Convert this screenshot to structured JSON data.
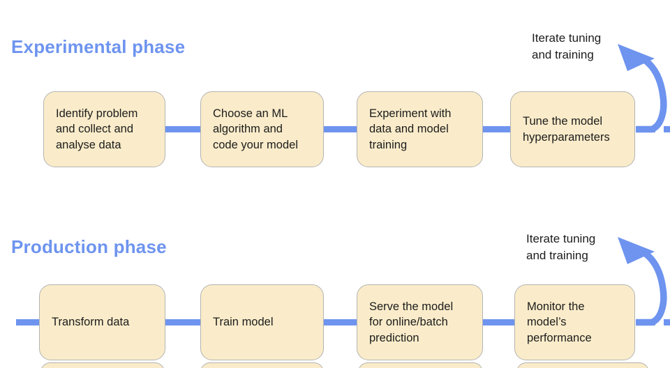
{
  "colors": {
    "accent_blue": "#6E94EF",
    "box_fill": "#FAECCA",
    "box_border": "#B3B3B3",
    "text_dark": "#1C1C1C"
  },
  "phases": [
    {
      "title": "Experimental phase",
      "iterate_label": {
        "lines": [
          "Iterate tuning",
          "and training"
        ]
      },
      "boxes": [
        {
          "lines": [
            "Identify problem",
            "and collect and",
            "analyse data"
          ]
        },
        {
          "lines": [
            "Choose an ML",
            "algorithm and",
            "code your model"
          ]
        },
        {
          "lines": [
            "Experiment with",
            "data and model",
            "training"
          ]
        },
        {
          "lines": [
            "Tune the model",
            "hyperparameters"
          ]
        }
      ]
    },
    {
      "title": "Production phase",
      "iterate_label": {
        "lines": [
          "Iterate tuning",
          "and training"
        ]
      },
      "boxes": [
        {
          "lines": [
            "Transform data"
          ]
        },
        {
          "lines": [
            "Train model"
          ]
        },
        {
          "lines": [
            "Serve the model",
            "for online/batch",
            "prediction"
          ]
        },
        {
          "lines": [
            "Monitor the",
            "model’s",
            "performance"
          ]
        }
      ]
    }
  ]
}
